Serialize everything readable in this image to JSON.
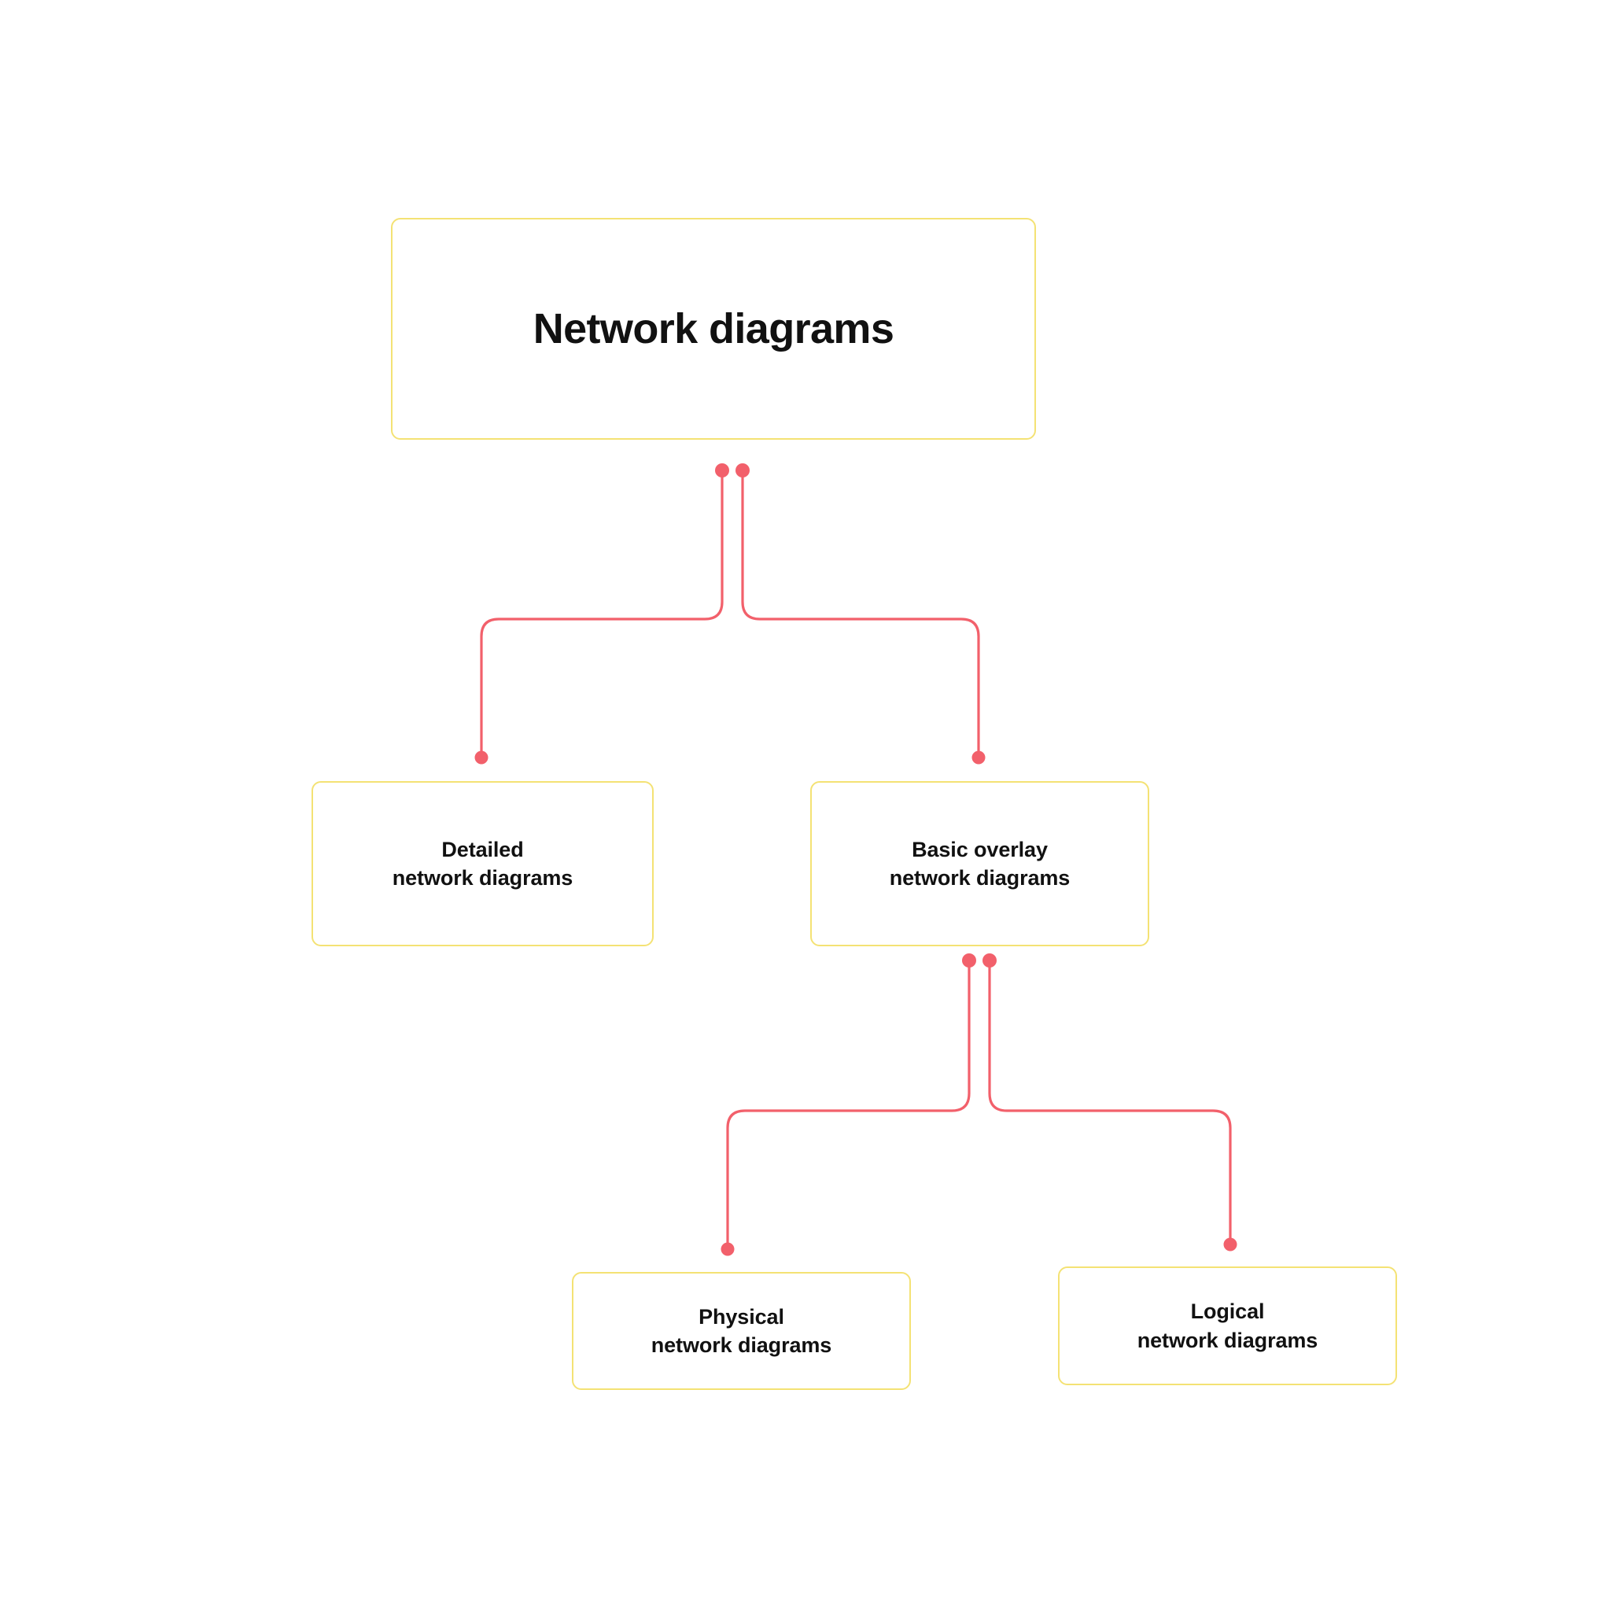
{
  "diagram": {
    "type": "tree",
    "title": "Network diagrams",
    "background_color": "#ffffff",
    "node_border_color": "#f4e274",
    "node_fill_color": "#ffffff",
    "connector_color": "#f2606b",
    "text_color": "#111111",
    "nodes": [
      {
        "id": "root",
        "label": "Network diagrams",
        "level": 0,
        "line1": "Network diagrams",
        "line2": ""
      },
      {
        "id": "detailed",
        "label": "Detailed\nnetwork diagrams",
        "level": 1,
        "line1": "Detailed",
        "line2": "network diagrams"
      },
      {
        "id": "basic-overlay",
        "label": "Basic overlay\nnetwork diagrams",
        "level": 1,
        "line1": "Basic overlay",
        "line2": "network diagrams"
      },
      {
        "id": "physical",
        "label": "Physical\nnetwork diagrams",
        "level": 2,
        "line1": "Physical",
        "line2": "network diagrams"
      },
      {
        "id": "logical",
        "label": "Logical\nnetwork diagrams",
        "level": 2,
        "line1": "Logical",
        "line2": "network diagrams"
      }
    ],
    "edges": [
      {
        "from": "root",
        "to": "detailed"
      },
      {
        "from": "root",
        "to": "basic-overlay"
      },
      {
        "from": "basic-overlay",
        "to": "physical"
      },
      {
        "from": "basic-overlay",
        "to": "logical"
      }
    ]
  }
}
